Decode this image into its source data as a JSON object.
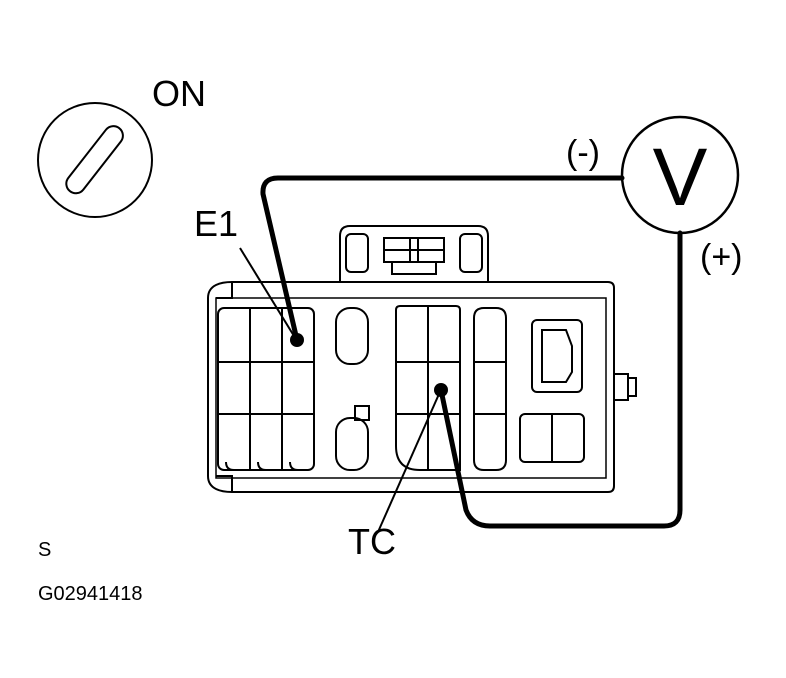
{
  "ignition": {
    "label": "ON"
  },
  "terminals": {
    "e1": "E1",
    "tc": "TC"
  },
  "voltmeter": {
    "symbol": "V",
    "negative": "(-)",
    "positive": "(+)"
  },
  "footer": {
    "mark": "S",
    "code": "G02941418"
  }
}
